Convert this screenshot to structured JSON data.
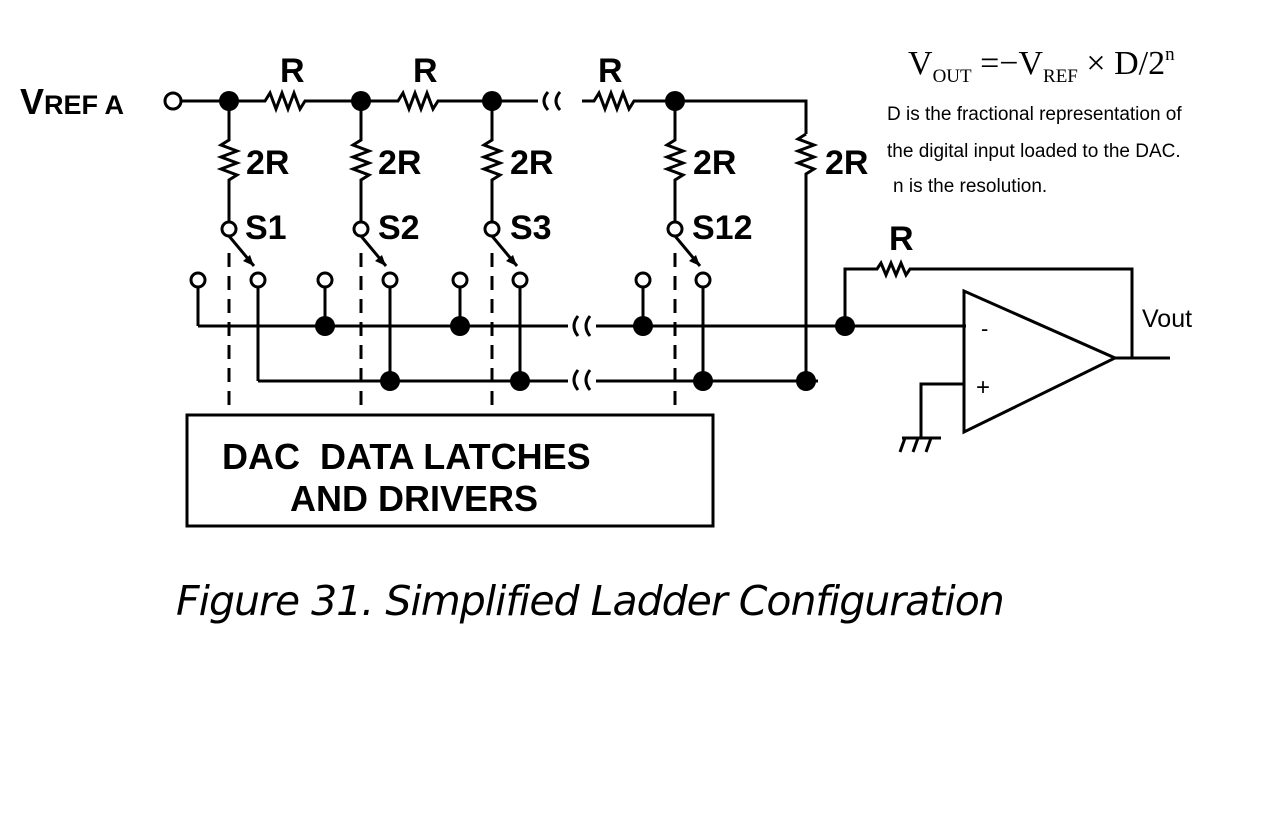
{
  "inputs": {
    "vref_main": "V",
    "vref_sub": "REF",
    "vref_suffix": "A"
  },
  "series_resistors": [
    "R",
    "R",
    "R"
  ],
  "shunt_resistors": [
    "2R",
    "2R",
    "2R",
    "2R",
    "2R"
  ],
  "switches": [
    "S1",
    "S2",
    "S3",
    "S12"
  ],
  "feedback_resistor": "R",
  "opamp": {
    "minus": "-",
    "plus": "+"
  },
  "output_label": "Vout",
  "latch_block": {
    "line1": "DAC  DATA LATCHES",
    "line2": "AND DRIVERS"
  },
  "formula": {
    "lhs": "V",
    "lhs_sub": "OUT",
    "eq": " =−V",
    "ref_sub": "REF",
    "rest": " × D/2",
    "exp": "n"
  },
  "notes": [
    "D is the fractional representation of",
    "the digital input loaded to the DAC.",
    "n is the resolution."
  ],
  "caption": "Figure 31. Simplified Ladder Configuration"
}
